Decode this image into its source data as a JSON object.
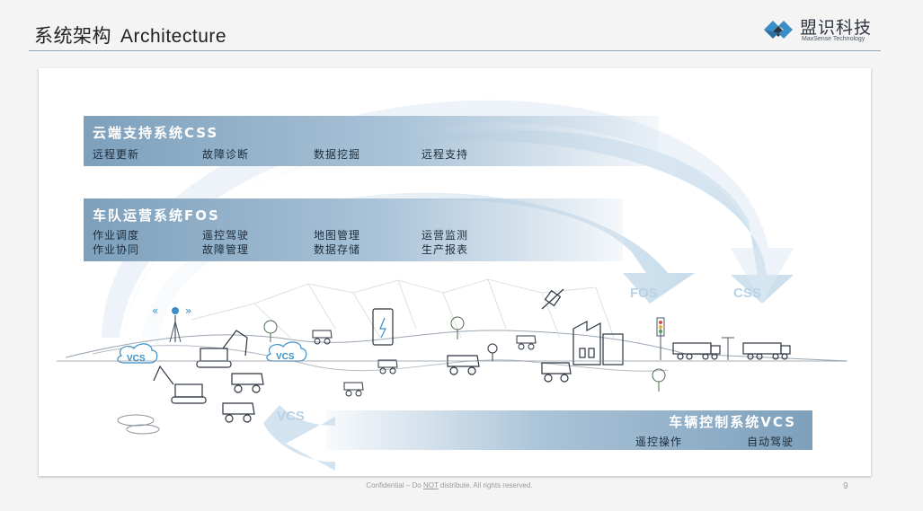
{
  "header": {
    "title_cn": "系统架构",
    "title_en": "Architecture"
  },
  "logo": {
    "name_cn": "盟识科技",
    "name_en": "MaxSense Technology"
  },
  "layers": {
    "css": {
      "title": "云端支持系统CSS",
      "items": [
        "远程更新",
        "故障诊断",
        "数据挖掘",
        "远程支持"
      ]
    },
    "fos": {
      "title": "车队运营系统FOS",
      "row1": [
        "作业调度",
        "遥控驾驶",
        "地图管理",
        "运营监测"
      ],
      "row2": [
        "作业协同",
        "故障管理",
        "数据存储",
        "生产报表"
      ]
    },
    "vcs": {
      "title": "车辆控制系统VCS",
      "items": [
        "遥控操作",
        "自动驾驶"
      ]
    }
  },
  "arrow_labels": {
    "fos": "FOS",
    "css": "CSS",
    "vcs": "VCS"
  },
  "scene_labels": {
    "vcs_cloud": "VCS"
  },
  "footer": {
    "pre": "Confidential – Do ",
    "emph": "NOT",
    "post": " distribute. All rights reserved.",
    "page": "9"
  },
  "colors": {
    "band_dark": "#7ea0bb",
    "arrow": "#c9dcea",
    "text_dark": "#1d2c3a"
  }
}
